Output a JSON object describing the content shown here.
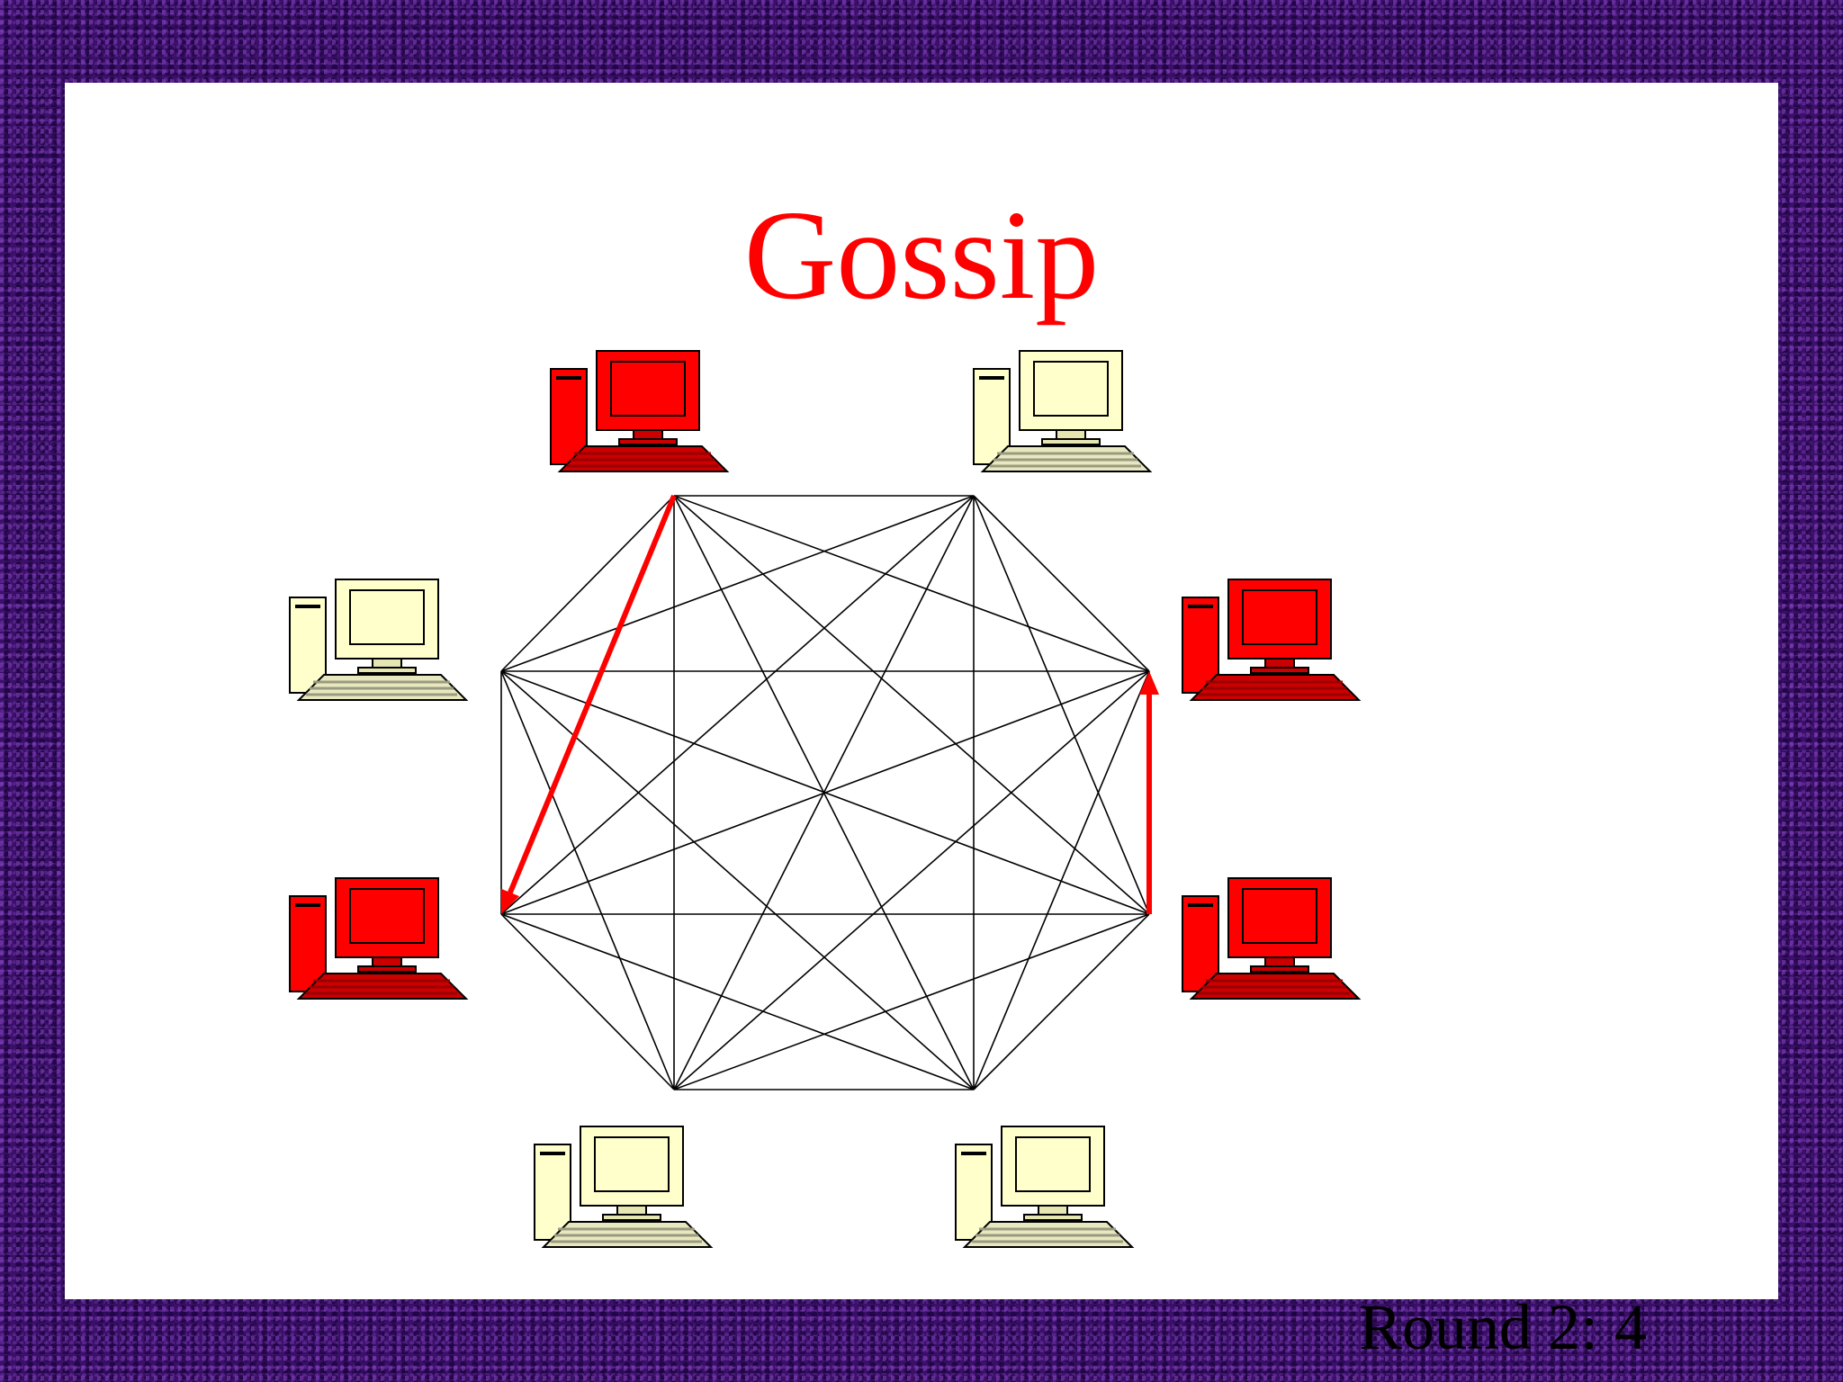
{
  "title": "Gossip",
  "round_label": "Round 2: 4",
  "colors": {
    "title": "#ff0000",
    "infected": "#ff0000",
    "uninfected": "#ffffcc",
    "gossip_arrow": "#ff0000",
    "edge": "#000000",
    "background": "#3a1068"
  },
  "nodes": [
    {
      "id": "n1",
      "state": "infected",
      "icon": "computer-icon"
    },
    {
      "id": "n2",
      "state": "uninfected",
      "icon": "computer-icon"
    },
    {
      "id": "n3",
      "state": "infected",
      "icon": "computer-icon"
    },
    {
      "id": "n4",
      "state": "infected",
      "icon": "computer-icon"
    },
    {
      "id": "n5",
      "state": "uninfected",
      "icon": "computer-icon"
    },
    {
      "id": "n6",
      "state": "uninfected",
      "icon": "computer-icon"
    },
    {
      "id": "n7",
      "state": "infected",
      "icon": "computer-icon"
    },
    {
      "id": "n8",
      "state": "uninfected",
      "icon": "computer-icon"
    }
  ],
  "gossip_messages": [
    {
      "from": "n1",
      "to": "n7"
    },
    {
      "from": "n4",
      "to": "n3"
    }
  ]
}
